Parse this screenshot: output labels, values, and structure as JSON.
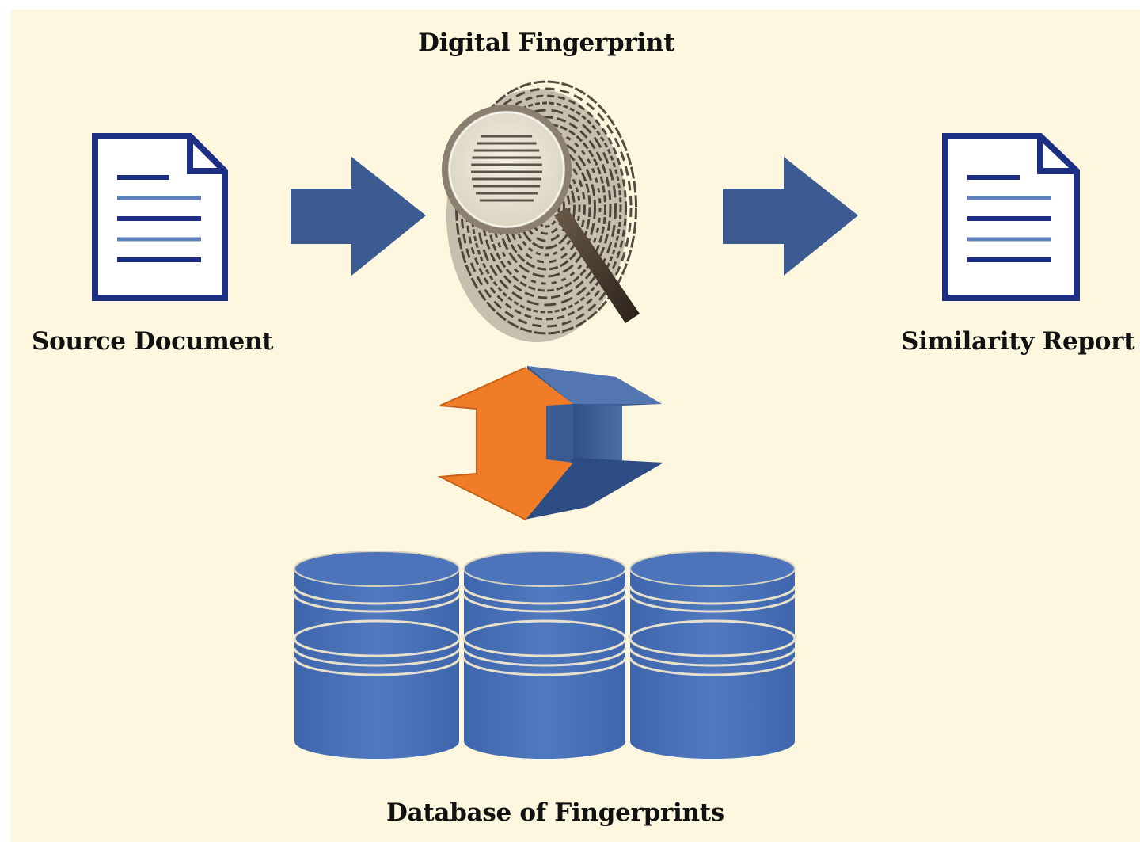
{
  "diagram": {
    "labels": {
      "digital_fingerprint": "Digital Fingerprint",
      "source_document": "Source Document",
      "similarity_report": "Similarity Report",
      "database_of_fingerprints": "Database of Fingerprints"
    },
    "colors": {
      "background": "#fdf7df",
      "document_blue": "#1c2f82",
      "arrow_blue": "#3b5b92",
      "database_blue": "#4a72b8",
      "orange_arrow": "#f07c28"
    },
    "icons": {
      "source": "document-icon",
      "fingerprint": "fingerprint-magnifier-icon",
      "report": "document-icon",
      "database": "database-cylinders-icon"
    }
  }
}
